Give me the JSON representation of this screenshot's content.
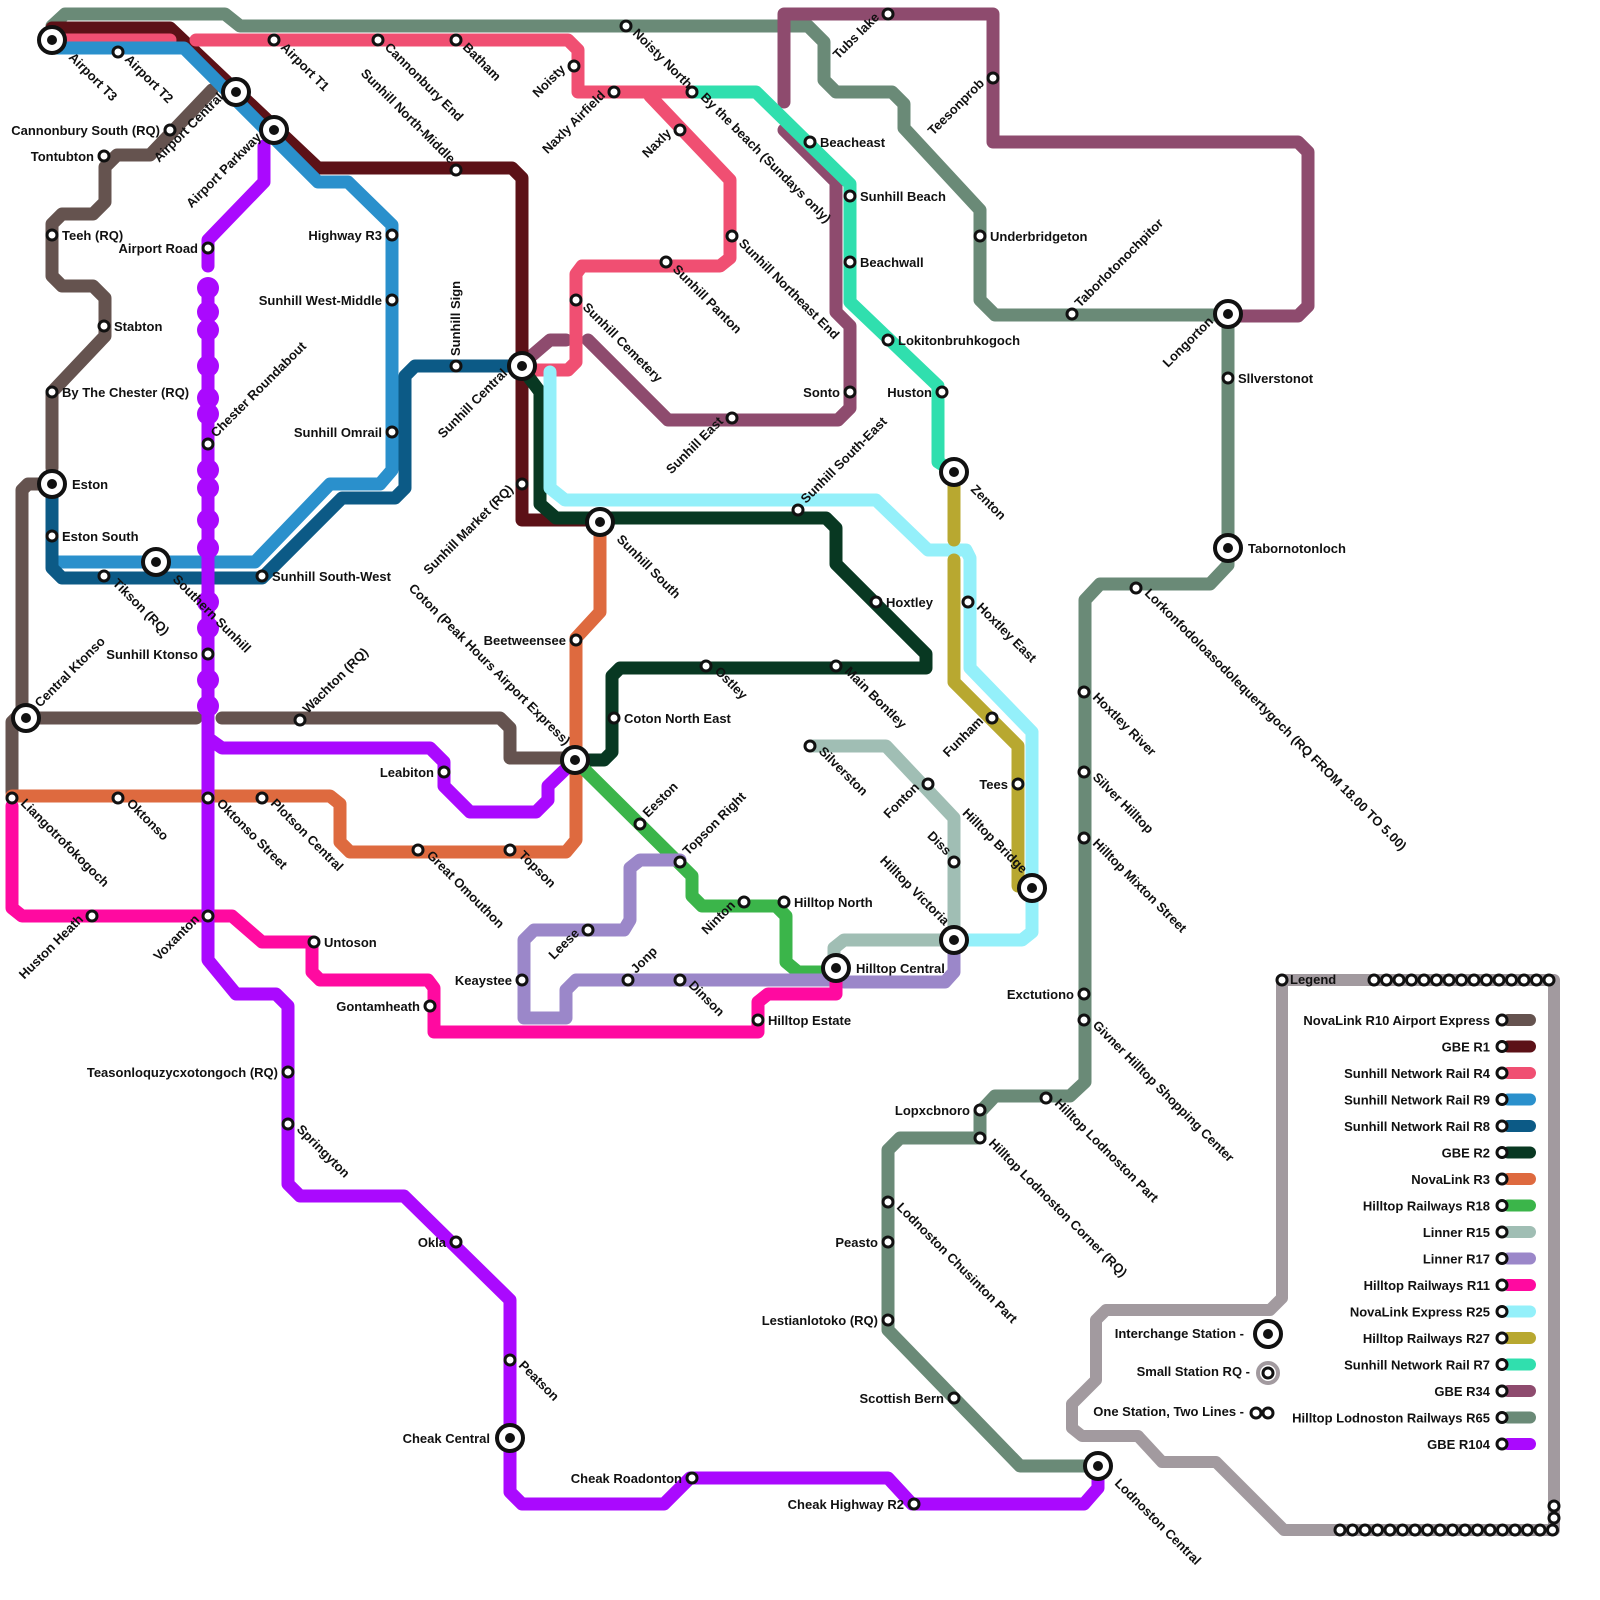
{
  "lines": [
    {
      "id": "r10",
      "name": "NovaLink R10 Airport Express",
      "color": "#65534f"
    },
    {
      "id": "r1",
      "name": "GBE R1",
      "color": "#5c1117"
    },
    {
      "id": "r4",
      "name": "Sunhill Network Rail R4",
      "color": "#f04f72"
    },
    {
      "id": "r9",
      "name": "Sunhill Network Rail R9",
      "color": "#2a90cc"
    },
    {
      "id": "r8",
      "name": "Sunhill Network Rail R8",
      "color": "#0c5a86"
    },
    {
      "id": "r2",
      "name": "GBE R2",
      "color": "#083822"
    },
    {
      "id": "r3",
      "name": "NovaLink R3",
      "color": "#de6a3f"
    },
    {
      "id": "r18",
      "name": "Hilltop Railways R18",
      "color": "#3bb54a"
    },
    {
      "id": "r15",
      "name": "Linner R15",
      "color": "#a0beb4"
    },
    {
      "id": "r17",
      "name": "Linner R17",
      "color": "#9b87c9"
    },
    {
      "id": "r11",
      "name": "Hilltop Railways R11",
      "color": "#ff0aa0"
    },
    {
      "id": "r25",
      "name": "NovaLink Express R25",
      "color": "#94f0fa"
    },
    {
      "id": "r27",
      "name": "Hilltop Railways R27",
      "color": "#b8a830"
    },
    {
      "id": "r7",
      "name": "Sunhill Network Rail R7",
      "color": "#30dfae"
    },
    {
      "id": "r34",
      "name": "GBE R34",
      "color": "#8e4b6e"
    },
    {
      "id": "r65",
      "name": "Hilltop Lodnoston Railways R65",
      "color": "#6a8a77"
    },
    {
      "id": "r104",
      "name": "GBE R104",
      "color": "#aa09fe"
    }
  ],
  "legend": {
    "title": "Legend",
    "interchange": "Interchange Station -",
    "small": "Small Station  RQ -",
    "two_lines": "One Station, Two Lines -"
  },
  "stations": [
    {
      "name": "Airport T3",
      "type": "interchange"
    },
    {
      "name": "Airport T2",
      "type": "small"
    },
    {
      "name": "Airport T1",
      "type": "small"
    },
    {
      "name": "Airport Central",
      "type": "interchange"
    },
    {
      "name": "Airport Parkway",
      "type": "interchange"
    },
    {
      "name": "Cannonbury End",
      "type": "small"
    },
    {
      "name": "Batham",
      "type": "small"
    },
    {
      "name": "Sunhill North-Middle",
      "type": "small"
    },
    {
      "name": "Noisty",
      "type": "small"
    },
    {
      "name": "Noisty North",
      "type": "small"
    },
    {
      "name": "Naxly Airfield",
      "type": "small"
    },
    {
      "name": "By the beach (Sundays only)",
      "type": "small"
    },
    {
      "name": "Naxly",
      "type": "small"
    },
    {
      "name": "Tubs lake",
      "type": "small"
    },
    {
      "name": "Teesonprob",
      "type": "small"
    },
    {
      "name": "Cannonbury South (RQ)",
      "type": "small"
    },
    {
      "name": "Tontubton",
      "type": "small"
    },
    {
      "name": "Teeh (RQ)",
      "type": "small"
    },
    {
      "name": "Stabton",
      "type": "small"
    },
    {
      "name": "By The Chester (RQ)",
      "type": "small"
    },
    {
      "name": "Eston",
      "type": "interchange"
    },
    {
      "name": "Eston South",
      "type": "small"
    },
    {
      "name": "Airport Road",
      "type": "small"
    },
    {
      "name": "Highway R3",
      "type": "small"
    },
    {
      "name": "Sunhill West-Middle",
      "type": "small"
    },
    {
      "name": "Sunhill Sign",
      "type": "small"
    },
    {
      "name": "Sunhill Central",
      "type": "interchange"
    },
    {
      "name": "Sunhill Omrail",
      "type": "small"
    },
    {
      "name": "Chester Roundabout",
      "type": "small"
    },
    {
      "name": "Sunhill Cemetery",
      "type": "small"
    },
    {
      "name": "Sunhill Panton",
      "type": "small"
    },
    {
      "name": "Sunhill Northeast End",
      "type": "small"
    },
    {
      "name": "Beacheast",
      "type": "small"
    },
    {
      "name": "Sunhill Beach",
      "type": "small"
    },
    {
      "name": "Beachwall",
      "type": "small"
    },
    {
      "name": "Underbridgeton",
      "type": "small"
    },
    {
      "name": "Taborlotonochpitor",
      "type": "small"
    },
    {
      "name": "Longorton",
      "type": "interchange"
    },
    {
      "name": "Sllverstonot",
      "type": "small"
    },
    {
      "name": "Lokitonbruhkogoch",
      "type": "small"
    },
    {
      "name": "Sonto",
      "type": "small"
    },
    {
      "name": "Huston",
      "type": "small"
    },
    {
      "name": "Sunhill East",
      "type": "small"
    },
    {
      "name": "Zenton",
      "type": "interchange"
    },
    {
      "name": "Sunhill Market (RQ)",
      "type": "small"
    },
    {
      "name": "Sunhill South",
      "type": "interchange"
    },
    {
      "name": "Sunhill South-East",
      "type": "small"
    },
    {
      "name": "Tabornotonloch",
      "type": "interchange"
    },
    {
      "name": "Southern Sunhill",
      "type": "interchange"
    },
    {
      "name": "Tikson (RQ)",
      "type": "small"
    },
    {
      "name": "Sunhill South-West",
      "type": "small"
    },
    {
      "name": "Sunhill Ktonso",
      "type": "small"
    },
    {
      "name": "Hoxtley",
      "type": "small"
    },
    {
      "name": "Hoxtley East",
      "type": "small"
    },
    {
      "name": "Lorkonfodoloasodolequertygoch (RQ FROM 18.00 TO 5.00)",
      "type": "small"
    },
    {
      "name": "Beetweensee",
      "type": "small"
    },
    {
      "name": "Ostley",
      "type": "small"
    },
    {
      "name": "Main Bontley",
      "type": "small"
    },
    {
      "name": "Central Ktonso",
      "type": "interchange"
    },
    {
      "name": "Wachton (RQ)",
      "type": "small"
    },
    {
      "name": "Coton North East",
      "type": "small"
    },
    {
      "name": "Coton (Peak Hours Airport Express)",
      "type": "interchange"
    },
    {
      "name": "Hoxtley River",
      "type": "small"
    },
    {
      "name": "Funham",
      "type": "small"
    },
    {
      "name": "Leabiton",
      "type": "small"
    },
    {
      "name": "Silverston",
      "type": "small"
    },
    {
      "name": "Fonton",
      "type": "small"
    },
    {
      "name": "Tees",
      "type": "small"
    },
    {
      "name": "Silver Hilltop",
      "type": "small"
    },
    {
      "name": "Liangotrofokogoch",
      "type": "small"
    },
    {
      "name": "Oktonso",
      "type": "small"
    },
    {
      "name": "Oktonso Street",
      "type": "small"
    },
    {
      "name": "Plotson Central",
      "type": "small"
    },
    {
      "name": "Eeston",
      "type": "small"
    },
    {
      "name": "Hilltop Bridge",
      "type": "interchange"
    },
    {
      "name": "Hilltop Mixton Street",
      "type": "small"
    },
    {
      "name": "Great Omouthon",
      "type": "small"
    },
    {
      "name": "Topson",
      "type": "small"
    },
    {
      "name": "Topson Right",
      "type": "small"
    },
    {
      "name": "Diss",
      "type": "small"
    },
    {
      "name": "Hilltop Victoria",
      "type": "interchange"
    },
    {
      "name": "Huston Heath",
      "type": "small"
    },
    {
      "name": "Voxanton",
      "type": "small"
    },
    {
      "name": "Untoson",
      "type": "small"
    },
    {
      "name": "Leese",
      "type": "small"
    },
    {
      "name": "Ninton",
      "type": "small"
    },
    {
      "name": "Hilltop North",
      "type": "small"
    },
    {
      "name": "Hilltop Central",
      "type": "interchange"
    },
    {
      "name": "Keaystee",
      "type": "small"
    },
    {
      "name": "Jonp",
      "type": "small"
    },
    {
      "name": "Dinson",
      "type": "small"
    },
    {
      "name": "Gontamheath",
      "type": "small"
    },
    {
      "name": "Hilltop Estate",
      "type": "small"
    },
    {
      "name": "Exctutiono",
      "type": "small"
    },
    {
      "name": "Givner Hilltop Shopping Center",
      "type": "small"
    },
    {
      "name": "Teasonloquzycxotongoch (RQ)",
      "type": "small"
    },
    {
      "name": "Lopxcbnoro",
      "type": "small"
    },
    {
      "name": "Hilltop Lodnoston Part",
      "type": "small"
    },
    {
      "name": "Hilltop Lodnoston Corner (RQ)",
      "type": "small"
    },
    {
      "name": "Springyton",
      "type": "small"
    },
    {
      "name": "Lodnoston Chusinton Part",
      "type": "small"
    },
    {
      "name": "Peasto",
      "type": "small"
    },
    {
      "name": "Okla",
      "type": "small"
    },
    {
      "name": "Lestianlotoko (RQ)",
      "type": "small"
    },
    {
      "name": "Peatson",
      "type": "small"
    },
    {
      "name": "Scottish Bern",
      "type": "small"
    },
    {
      "name": "Cheak Central",
      "type": "interchange"
    },
    {
      "name": "Lodnoston Central",
      "type": "interchange"
    },
    {
      "name": "Cheak Roadonton",
      "type": "small"
    },
    {
      "name": "Cheak Highway R2",
      "type": "small"
    }
  ]
}
